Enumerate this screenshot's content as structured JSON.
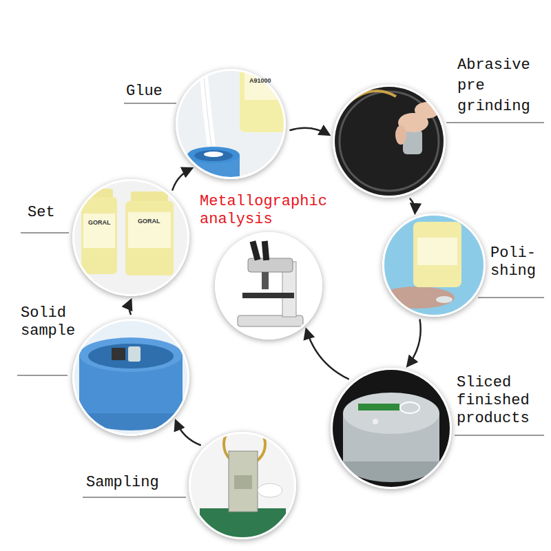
{
  "diagram": {
    "nodes": [
      {
        "text": [
          "Glue"
        ]
      },
      {
        "text": [
          "Abrasive pre grinding"
        ]
      },
      {
        "text": [
          "Set"
        ]
      },
      {
        "text": [
          "Metallographic analysis"
        ]
      },
      {
        "text": [
          "Poli- shing"
        ]
      },
      {
        "text": [
          "Solid sample"
        ]
      },
      {
        "text": [
          "Sliced finished products"
        ]
      },
      {
        "text": [
          "Sampling"
        ]
      }
    ],
    "edges": [
      {
        "from": 7,
        "to": 5,
        "arrow": "to"
      },
      {
        "from": 5,
        "to": 2,
        "arrow": "to"
      },
      {
        "from": 2,
        "to": 0,
        "arrow": "to"
      },
      {
        "from": 0,
        "to": 1,
        "arrow": "to"
      },
      {
        "from": 1,
        "to": 4,
        "arrow": "to"
      },
      {
        "from": 4,
        "to": 6,
        "arrow": "to"
      },
      {
        "from": 6,
        "to": 3,
        "arrow": "to"
      }
    ],
    "labels": [
      "A91000",
      "GORAL",
      "GORAL"
    ]
  }
}
